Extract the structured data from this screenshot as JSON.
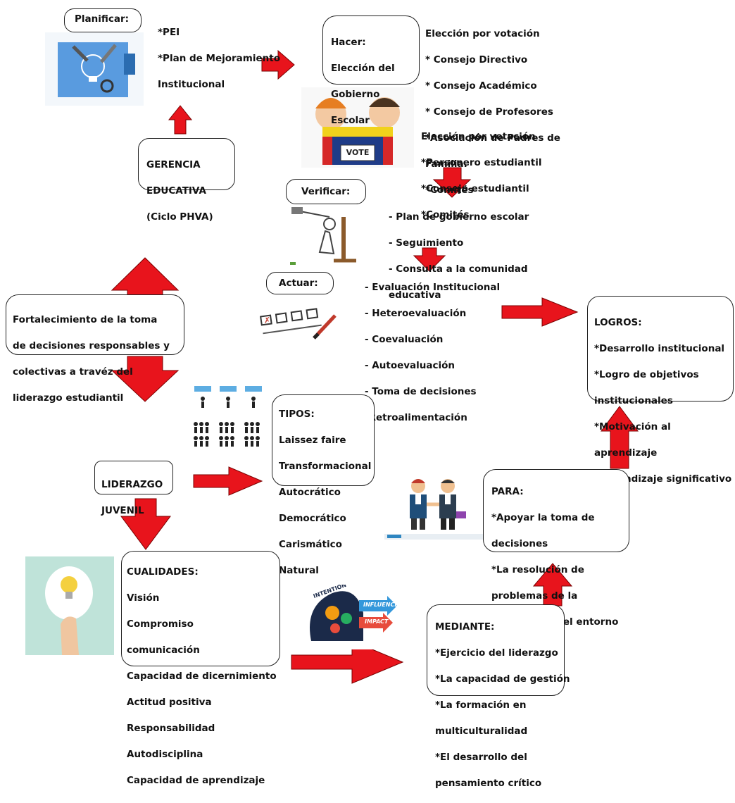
{
  "planificar": {
    "label": "Planificar:",
    "items": [
      "*PEI",
      "*Plan de Mejoramiento",
      "Institucional"
    ]
  },
  "hacer": {
    "label_lines": [
      "Hacer:",
      "Elección del",
      "Gobierno",
      "Escolar"
    ]
  },
  "eleccion1": {
    "lines": [
      "Elección por votación",
      "* Consejo Directivo",
      "* Consejo Académico",
      "* Consejo de Profesores",
      "*Asociación de Padres de",
      "Familia.",
      "*Comités"
    ]
  },
  "eleccion2": {
    "lines": [
      "Elección por votación",
      "*Personero estudiantil",
      "*Consejo estudiantil",
      "*Comités"
    ]
  },
  "vote_label": "VOTE",
  "gerencia": {
    "lines": [
      "GERENCIA",
      "EDUCATIVA",
      "(Ciclo PHVA)"
    ]
  },
  "verificar": {
    "label": "Verificar:",
    "items": [
      "- Plan de gobierno escolar",
      "- Seguimiento",
      "- Consulta a la comunidad",
      "educativa"
    ]
  },
  "actuar": {
    "label": "Actuar:",
    "items": [
      "- Evaluación Institucional",
      "- Heteroevaluación",
      "- Coevaluación",
      "- Autoevaluación",
      "- Toma de decisiones",
      "-Retroalimentación"
    ]
  },
  "logros": {
    "lines": [
      "LOGROS:",
      "*Desarrollo institucional",
      "*Logro de objetivos",
      "institucionales",
      "*Motivación al",
      "aprendizaje",
      "*Aprendizaje significativo"
    ]
  },
  "fortalecimiento": {
    "lines": [
      "Fortalecimiento de la toma",
      "de decisiones responsables y",
      "colectivas a travéz del",
      "liderazgo estudiantil"
    ]
  },
  "tipos": {
    "lines": [
      "TIPOS:",
      "Laissez faire",
      "Transformacional",
      "Autocrático",
      "Democrático",
      "Carismático",
      "Natural"
    ]
  },
  "liderazgo": {
    "lines": [
      "LIDERAZGO",
      "JUVENIL"
    ]
  },
  "para": {
    "lines": [
      "PARA:",
      "*Apoyar la toma de",
      "decisiones",
      "*La resolución de",
      "problemas de la",
      "comunidad y el entorno"
    ]
  },
  "cualidades": {
    "lines": [
      "CUALIDADES:",
      "Visión",
      "Compromiso",
      "comunicación",
      "Capacidad de dicernimiento",
      "Actitud positiva",
      "Responsabilidad",
      "Autodisciplina",
      "Capacidad de aprendizaje"
    ]
  },
  "mediante": {
    "lines": [
      "MEDIANTE:",
      "*Ejercicio del liderazgo",
      "*La capacidad de gestión",
      "*La formación en",
      "multiculturalidad",
      "*El desarrollo del",
      "pensamiento crítico"
    ]
  },
  "intention_words": [
    "INTENTION",
    "INFLUENCE",
    "IMPACT"
  ],
  "colors": {
    "arrow": "#e8141c",
    "arrow_stroke": "#7a0000",
    "box_border": "#222222"
  }
}
